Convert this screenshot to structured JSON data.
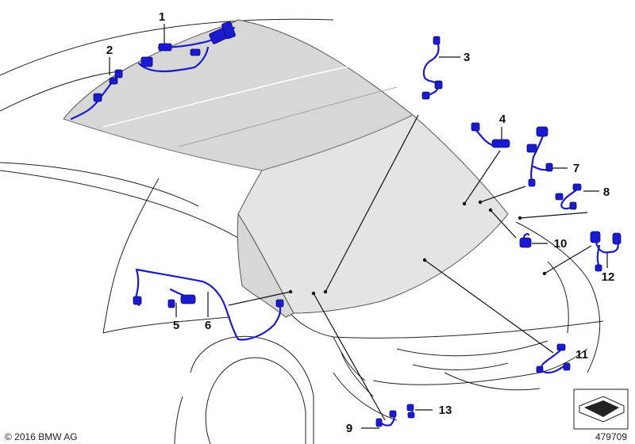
{
  "diagram": {
    "brand_colors": {
      "wire": "#1a1ad0",
      "roof": "#d7d7d7"
    },
    "parts": [
      {
        "number": "1"
      },
      {
        "number": "2"
      },
      {
        "number": "3"
      },
      {
        "number": "4"
      },
      {
        "number": "5"
      },
      {
        "number": "6"
      },
      {
        "number": "7"
      },
      {
        "number": "8"
      },
      {
        "number": "9"
      },
      {
        "number": "10"
      },
      {
        "number": "11"
      },
      {
        "number": "12"
      },
      {
        "number": "13"
      }
    ]
  },
  "footer": {
    "copyright": "© 2016 BMW AG",
    "doc_number": "479709"
  }
}
